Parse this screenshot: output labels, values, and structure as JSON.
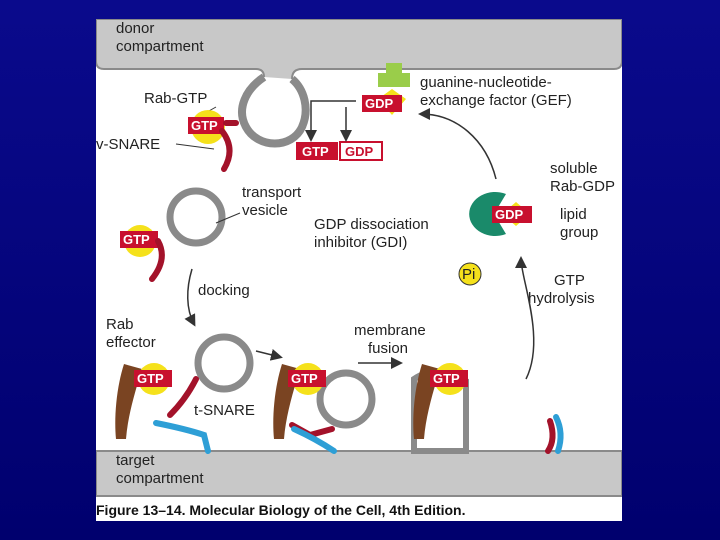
{
  "figure": {
    "labels": {
      "donor": "donor",
      "compartment_top": "compartment",
      "rab_gtp": "Rab-GTP",
      "v_snare": "v-SNARE",
      "transport": "transport",
      "vesicle": "vesicle",
      "gef1": "guanine-nucleotide-",
      "gef2": "exchange factor (GEF)",
      "soluble": "soluble",
      "rab_gdp": "Rab-GDP",
      "lipid": "lipid",
      "group": "group",
      "gdi1": "GDP dissociation",
      "gdi2": "inhibitor (GDI)",
      "pi": "Pi",
      "gtp_label": "GTP",
      "hydrolysis": "hydrolysis",
      "docking": "docking",
      "rab": "Rab",
      "effector": "effector",
      "membrane": "membrane",
      "fusion": "fusion",
      "t_snare": "t-SNARE",
      "target": "target",
      "compartment_bottom": "compartment"
    },
    "badges": {
      "gtp": "GTP",
      "gdp": "GDP"
    },
    "caption": "Figure 13–14. Molecular Biology of the Cell, 4th Edition."
  },
  "colors": {
    "membrane": "#c8c8c8",
    "membrane_edge": "#8a8a8a",
    "gtp_circle": "#f5e11b",
    "badge_red": "#c8102e",
    "snare_red": "#a3122a",
    "t_snare_blue": "#2e9fd6",
    "effector_brown": "#7a4422",
    "gdi_green": "#1a8a6a",
    "gef_green": "#9acd4a"
  }
}
